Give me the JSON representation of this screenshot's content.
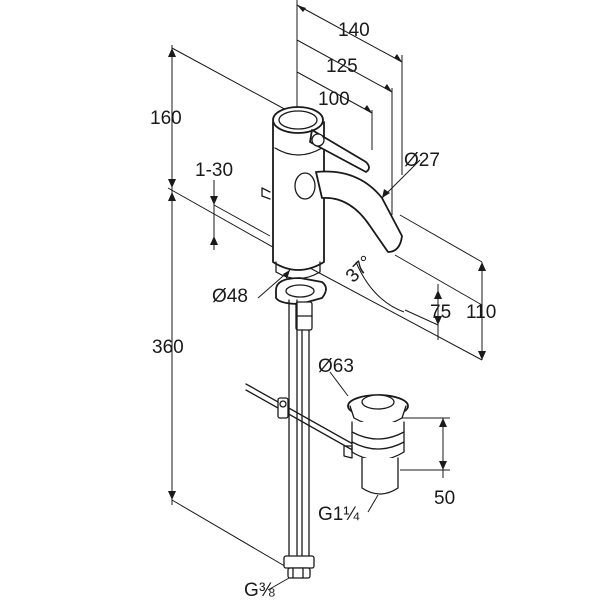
{
  "dimensions": {
    "d140": "140",
    "d125": "125",
    "d100": "100",
    "d160": "160",
    "d1_30": "1-30",
    "d360": "360",
    "dia27": "Ø27",
    "angle37": "37°",
    "dia48": "Ø48",
    "d75": "75",
    "d110": "110",
    "dia63": "Ø63",
    "d50": "50",
    "thread_waste": "G1¼",
    "thread_supply": "G⅜"
  }
}
